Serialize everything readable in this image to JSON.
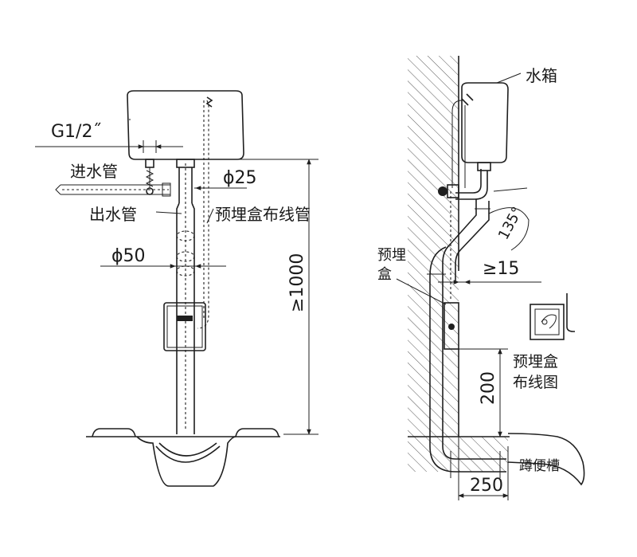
{
  "left_view": {
    "g12": "G1/2˝",
    "inlet": "进水管",
    "outlet": "出水管",
    "phi25": "ϕ25",
    "phi50": "ϕ50",
    "conduit": "预埋盒布线管",
    "height": "≥1000"
  },
  "right_view": {
    "tank": "水箱",
    "box_line1": "预埋",
    "box_line2": "盒",
    "angle": "135°",
    "gap": "≥15",
    "wiring_line1": "预埋盒",
    "wiring_line2": "布线图",
    "dim_200": "200",
    "dim_250": "250",
    "trough": "蹲便槽"
  }
}
